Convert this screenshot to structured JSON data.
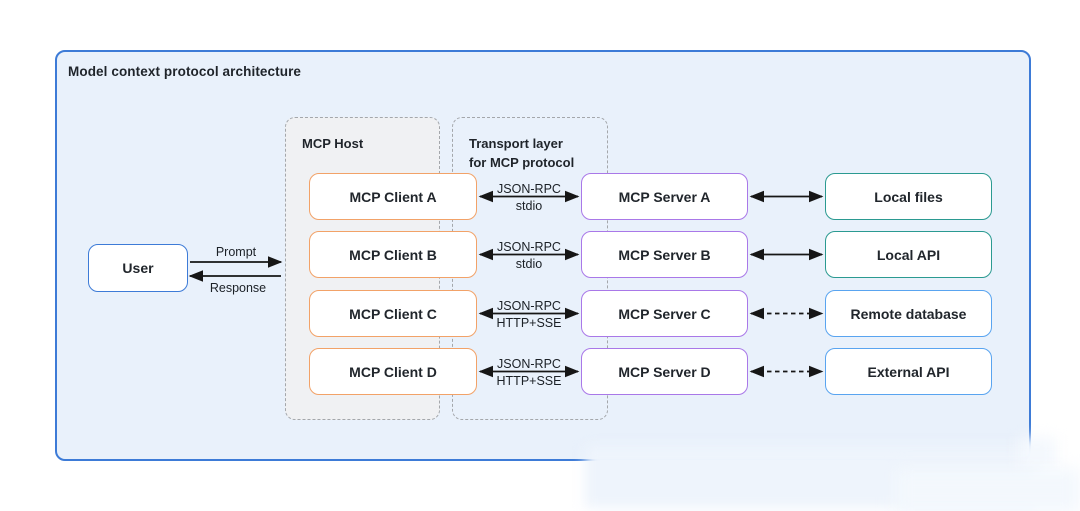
{
  "title": "Model context protocol architecture",
  "user_box": {
    "label": "User"
  },
  "flow_labels": {
    "prompt": "Prompt",
    "response": "Response"
  },
  "groups": {
    "host": {
      "label": "MCP Host"
    },
    "transport": {
      "label": [
        "Transport layer",
        "for MCP protocol"
      ]
    }
  },
  "rows": [
    {
      "client": "MCP Client A",
      "protocol": [
        "JSON-RPC",
        "stdio"
      ],
      "server": "MCP Server A",
      "server_link": "solid",
      "endpoint": "Local files",
      "endpoint_type": "local"
    },
    {
      "client": "MCP Client B",
      "protocol": [
        "JSON-RPC",
        "stdio"
      ],
      "server": "MCP Server B",
      "server_link": "solid",
      "endpoint": "Local API",
      "endpoint_type": "local"
    },
    {
      "client": "MCP Client C",
      "protocol": [
        "JSON-RPC",
        "HTTP+SSE"
      ],
      "server": "MCP Server C",
      "server_link": "dashed",
      "endpoint": "Remote database",
      "endpoint_type": "remote"
    },
    {
      "client": "MCP Client D",
      "protocol": [
        "JSON-RPC",
        "HTTP+SSE"
      ],
      "server": "MCP Server D",
      "server_link": "dashed",
      "endpoint": "External API",
      "endpoint_type": "remote"
    }
  ],
  "colors": {
    "container_border": "#3d7bd7",
    "container_fill": "#e9f1fb",
    "host_group_fill": "#f0f1f3",
    "dashed_group_border": "#a4a7ab",
    "client_border": "#f2a268",
    "server_border": "#a978e8",
    "local_endpoint_border": "#2b9a91",
    "remote_endpoint_border": "#59a4f0",
    "arrow": "#161616",
    "text": "#21262c"
  }
}
